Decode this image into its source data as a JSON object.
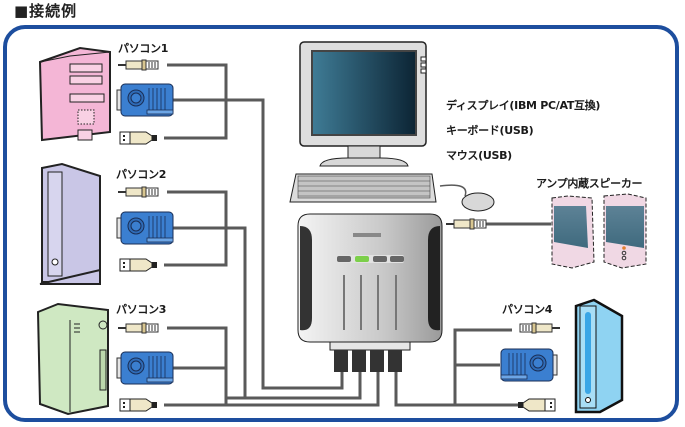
{
  "title": "■接続例",
  "computers": [
    {
      "label": "パソコン1",
      "color": "#f4b6d6"
    },
    {
      "label": "パソコン2",
      "color": "#c9c6e6"
    },
    {
      "label": "パソコン3",
      "color": "#cfe8c2"
    },
    {
      "label": "パソコン4",
      "color": "#8fd3f2"
    }
  ],
  "peripherals": {
    "display": "ディスプレイ(IBM PC/AT互換)",
    "keyboard": "キーボード(USB)",
    "mouse": "マウス(USB)",
    "speaker": "アンプ内蔵スピーカー"
  },
  "colors": {
    "frame": "#1d4e9e",
    "cable": "#5a5a5a",
    "vga_connector": "#3b7fd0",
    "active_led": "#7ccf4a"
  },
  "kvm_switch": {
    "ports": 4,
    "active_port": 2
  }
}
